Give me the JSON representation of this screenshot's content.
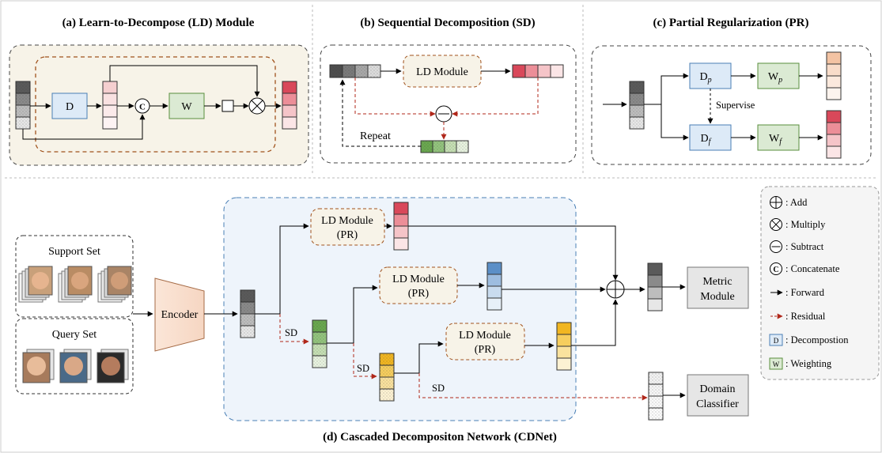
{
  "panels": {
    "a": {
      "title": "(a) Learn-to-Decompose (LD) Module",
      "d_label": "D",
      "w_label": "W",
      "concat_symbol": "C"
    },
    "b": {
      "title": "(b) Sequential Decomposition (SD)",
      "module_label": "LD Module",
      "repeat_label": "Repeat"
    },
    "c": {
      "title": "(c) Partial Regularization (PR)",
      "dp_label": "D",
      "dp_sub": "p",
      "df_label": "D",
      "df_sub": "f",
      "wp_label": "W",
      "wp_sub": "p",
      "wf_label": "W",
      "wf_sub": "f",
      "supervise_label": "Supervise"
    },
    "d": {
      "title": "(d) Cascaded Decompositon Network (CDNet)",
      "support_label": "Support Set",
      "query_label": "Query Set",
      "encoder_label": "Encoder",
      "ld_line1": "LD Module",
      "ld_line2": "(PR)",
      "sd_label": "SD",
      "metric_line1": "Metric",
      "metric_line2": "Module",
      "domain_line1": "Domain",
      "domain_line2": "Classifier"
    }
  },
  "legend": {
    "items": [
      {
        "icon": "add-icon",
        "label": ": Add"
      },
      {
        "icon": "multiply-icon",
        "label": ": Multiply"
      },
      {
        "icon": "subtract-icon",
        "label": ": Subtract"
      },
      {
        "icon": "concatenate-icon",
        "label": ": Concatenate"
      },
      {
        "icon": "forward-arrow-icon",
        "label": ": Forward"
      },
      {
        "icon": "residual-arrow-icon",
        "label": ": Residual"
      },
      {
        "icon": "decomposition-box-icon",
        "glyph": "D",
        "label": ": Decompostion"
      },
      {
        "icon": "weighting-box-icon",
        "glyph": "W",
        "label": ": Weighting"
      }
    ]
  },
  "colors": {
    "module_fill": "#f7f3e8",
    "blue_region": "#eef4fb",
    "d_box": "#ddeaf7",
    "w_box": "#dbead3",
    "residual": "#b0271a",
    "red_feature": "#d9485a",
    "blue_feature": "#5b8fc7",
    "green_feature": "#6aa84f",
    "yellow_feature": "#f1b621",
    "orange_feature": "#e9a27a"
  }
}
